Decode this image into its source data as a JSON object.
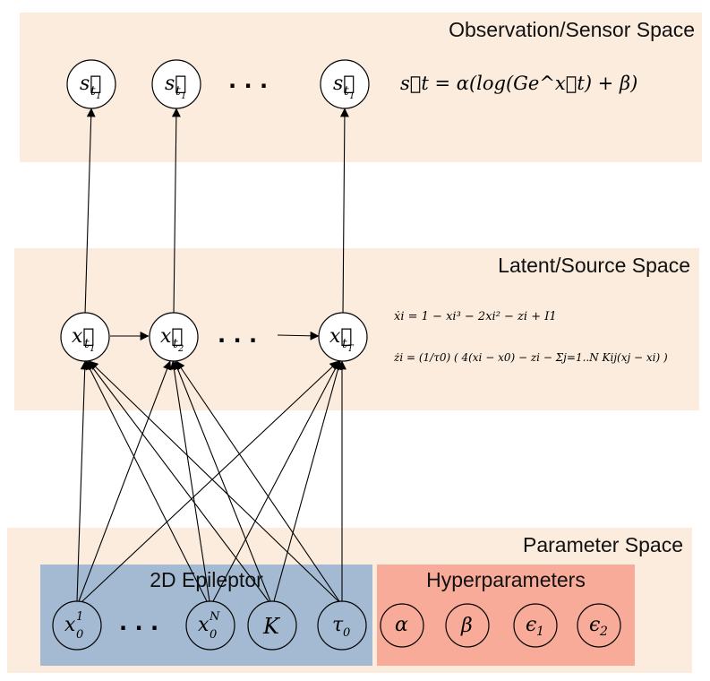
{
  "layers": {
    "observation": {
      "title": "Observation/Sensor Space"
    },
    "latent": {
      "title": "Latent/Source Space"
    },
    "parameter": {
      "title": "Parameter Space"
    }
  },
  "groups": {
    "epileptor": {
      "title": "2D Epileptor",
      "color": "#a4bad2"
    },
    "hyper": {
      "title": "Hyperparameters",
      "color": "#f7ab98"
    }
  },
  "colors": {
    "band": "#fbecdd"
  },
  "nodes": {
    "observation": [
      {
        "base": "s⃗",
        "sub": "t",
        "subsub": "1"
      },
      {
        "base": "s⃗",
        "sub": "t",
        "subsub": "1"
      },
      {
        "base": "s⃗",
        "sub": "t",
        "subsub": "1"
      }
    ],
    "latent": [
      {
        "base": "x⃗",
        "sub": "t",
        "subsub": "1"
      },
      {
        "base": "x⃗",
        "sub": "t",
        "subsub": "2"
      },
      {
        "base": "x⃗",
        "sub": "t",
        "subsub": "T"
      }
    ],
    "epileptor": [
      {
        "base": "x",
        "sub": "0",
        "sup": "1"
      },
      {
        "base": "x",
        "sub": "0",
        "sup": "N"
      },
      {
        "base": "K"
      },
      {
        "base": "τ",
        "sub": "0"
      }
    ],
    "hyper": [
      {
        "base": "α"
      },
      {
        "base": "β"
      },
      {
        "base": "ϵ",
        "sub": "1"
      },
      {
        "base": "ϵ",
        "sub": "2"
      }
    ]
  },
  "ellipsis": "· · ·",
  "equations": {
    "observation": "s⃗t = α(log(Ge^x⃗t) + β)",
    "latent_1": "ẋi = 1 − xi³ − 2xi² − zi + I1",
    "latent_2": "żi = (1/τ0) ( 4(xi − x0) − zi − Σj=1..N Kij(xj − xi) )"
  }
}
